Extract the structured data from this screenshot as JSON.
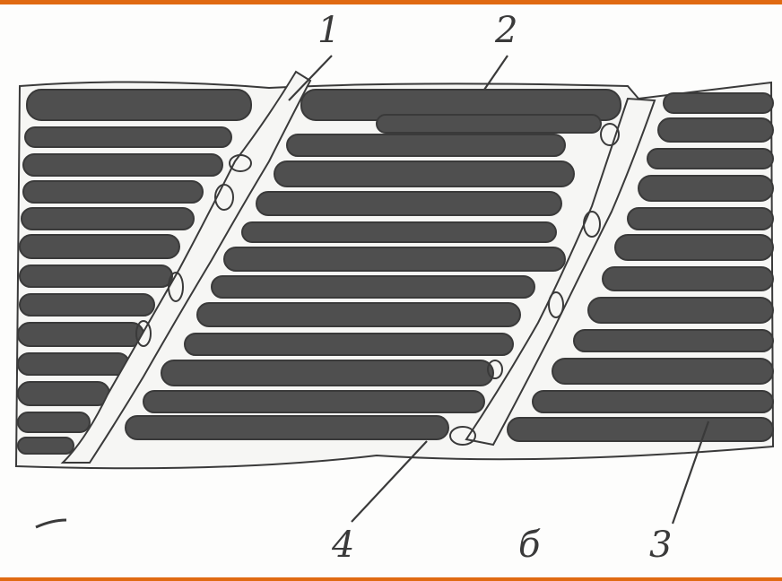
{
  "colors": {
    "frame_accent": "#e06a12",
    "fiber_fill": "#4f4f4f",
    "outline": "#3a3a3a",
    "background": "#fdfdfc"
  },
  "labels": {
    "l1": "1",
    "l2": "2",
    "l3": "3",
    "l4": "4",
    "panel": "б"
  }
}
